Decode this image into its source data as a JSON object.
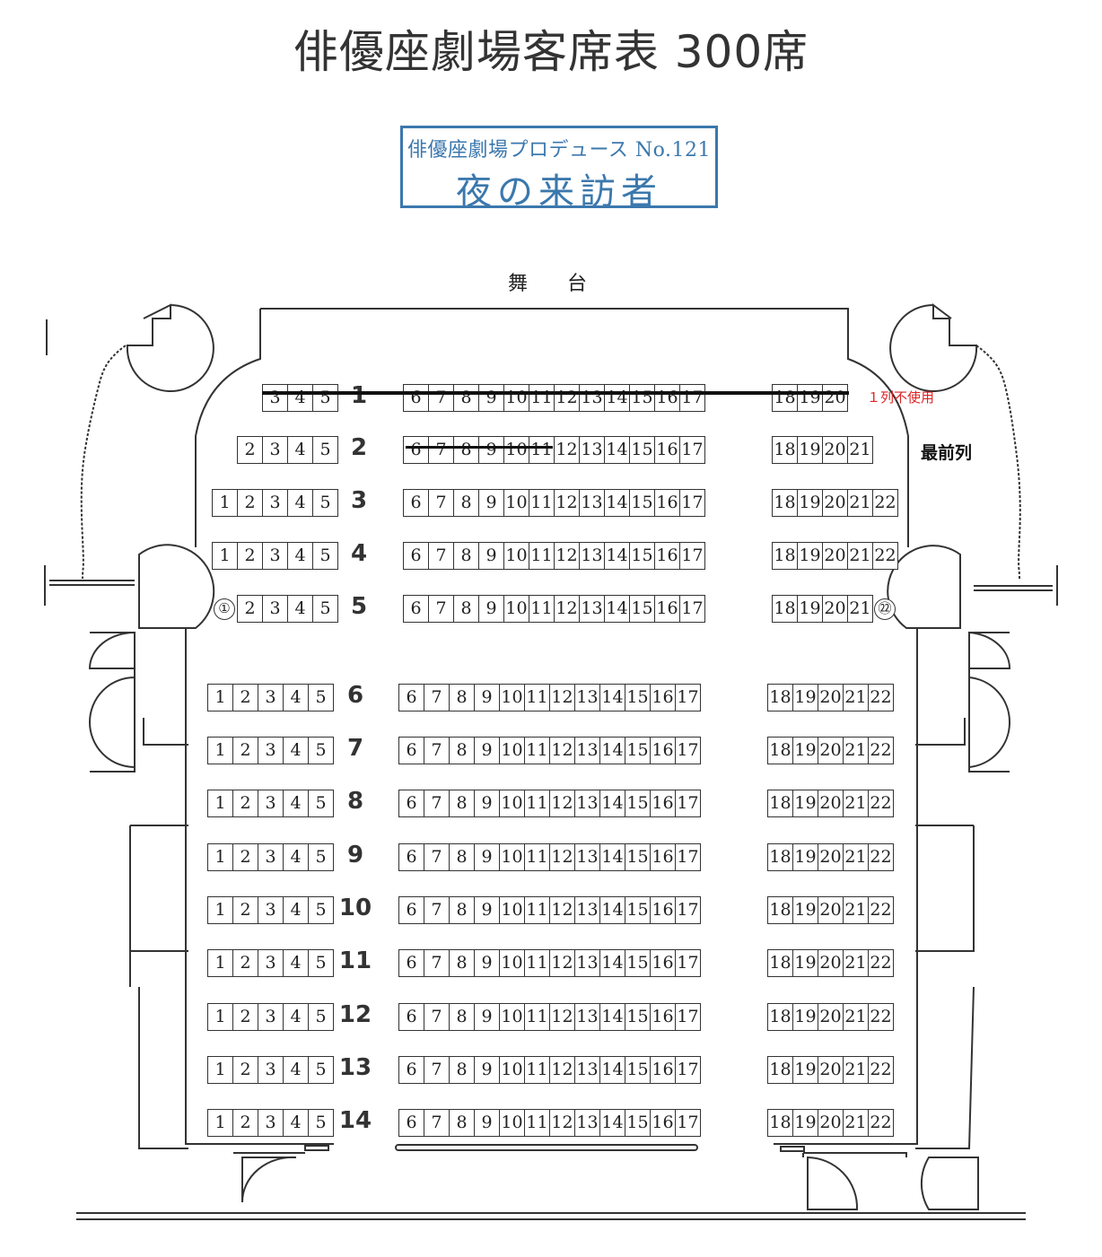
{
  "title": "俳優座劇場客席表 300席",
  "production": {
    "subtitle": "俳優座劇場プロデュース No.121",
    "name": "夜の来訪者"
  },
  "stage_label": "舞台",
  "notes": {
    "row1_unused": "１列不使用",
    "front_row": "最前列"
  },
  "rows": [
    {
      "row": "1",
      "left": [
        "3",
        "4",
        "5"
      ],
      "center": [
        "6",
        "7",
        "8",
        "9",
        "10",
        "11",
        "12",
        "13",
        "14",
        "15",
        "16",
        "17"
      ],
      "right": [
        "18",
        "19",
        "20"
      ],
      "struck": "full"
    },
    {
      "row": "2",
      "left": [
        "2",
        "3",
        "4",
        "5"
      ],
      "center": [
        "6",
        "7",
        "8",
        "9",
        "10",
        "11",
        "12",
        "13",
        "14",
        "15",
        "16",
        "17"
      ],
      "right": [
        "18",
        "19",
        "20",
        "21"
      ],
      "struck": "partial"
    },
    {
      "row": "3",
      "left": [
        "1",
        "2",
        "3",
        "4",
        "5"
      ],
      "center": [
        "6",
        "7",
        "8",
        "9",
        "10",
        "11",
        "12",
        "13",
        "14",
        "15",
        "16",
        "17"
      ],
      "right": [
        "18",
        "19",
        "20",
        "21",
        "22"
      ]
    },
    {
      "row": "4",
      "left": [
        "1",
        "2",
        "3",
        "4",
        "5"
      ],
      "center": [
        "6",
        "7",
        "8",
        "9",
        "10",
        "11",
        "12",
        "13",
        "14",
        "15",
        "16",
        "17"
      ],
      "right": [
        "18",
        "19",
        "20",
        "21",
        "22"
      ]
    },
    {
      "row": "5",
      "left": [
        "①",
        "2",
        "3",
        "4",
        "5"
      ],
      "center": [
        "6",
        "7",
        "8",
        "9",
        "10",
        "11",
        "12",
        "13",
        "14",
        "15",
        "16",
        "17"
      ],
      "right": [
        "18",
        "19",
        "20",
        "21",
        "㉒"
      ]
    },
    {
      "row": "6",
      "left": [
        "1",
        "2",
        "3",
        "4",
        "5"
      ],
      "center": [
        "6",
        "7",
        "8",
        "9",
        "10",
        "11",
        "12",
        "13",
        "14",
        "15",
        "16",
        "17"
      ],
      "right": [
        "18",
        "19",
        "20",
        "21",
        "22"
      ]
    },
    {
      "row": "7",
      "left": [
        "1",
        "2",
        "3",
        "4",
        "5"
      ],
      "center": [
        "6",
        "7",
        "8",
        "9",
        "10",
        "11",
        "12",
        "13",
        "14",
        "15",
        "16",
        "17"
      ],
      "right": [
        "18",
        "19",
        "20",
        "21",
        "22"
      ]
    },
    {
      "row": "8",
      "left": [
        "1",
        "2",
        "3",
        "4",
        "5"
      ],
      "center": [
        "6",
        "7",
        "8",
        "9",
        "10",
        "11",
        "12",
        "13",
        "14",
        "15",
        "16",
        "17"
      ],
      "right": [
        "18",
        "19",
        "20",
        "21",
        "22"
      ]
    },
    {
      "row": "9",
      "left": [
        "1",
        "2",
        "3",
        "4",
        "5"
      ],
      "center": [
        "6",
        "7",
        "8",
        "9",
        "10",
        "11",
        "12",
        "13",
        "14",
        "15",
        "16",
        "17"
      ],
      "right": [
        "18",
        "19",
        "20",
        "21",
        "22"
      ]
    },
    {
      "row": "10",
      "left": [
        "1",
        "2",
        "3",
        "4",
        "5"
      ],
      "center": [
        "6",
        "7",
        "8",
        "9",
        "10",
        "11",
        "12",
        "13",
        "14",
        "15",
        "16",
        "17"
      ],
      "right": [
        "18",
        "19",
        "20",
        "21",
        "22"
      ]
    },
    {
      "row": "11",
      "left": [
        "1",
        "2",
        "3",
        "4",
        "5"
      ],
      "center": [
        "6",
        "7",
        "8",
        "9",
        "10",
        "11",
        "12",
        "13",
        "14",
        "15",
        "16",
        "17"
      ],
      "right": [
        "18",
        "19",
        "20",
        "21",
        "22"
      ]
    },
    {
      "row": "12",
      "left": [
        "1",
        "2",
        "3",
        "4",
        "5"
      ],
      "center": [
        "6",
        "7",
        "8",
        "9",
        "10",
        "11",
        "12",
        "13",
        "14",
        "15",
        "16",
        "17"
      ],
      "right": [
        "18",
        "19",
        "20",
        "21",
        "22"
      ]
    },
    {
      "row": "13",
      "left": [
        "1",
        "2",
        "3",
        "4",
        "5"
      ],
      "center": [
        "6",
        "7",
        "8",
        "9",
        "10",
        "11",
        "12",
        "13",
        "14",
        "15",
        "16",
        "17"
      ],
      "right": [
        "18",
        "19",
        "20",
        "21",
        "22"
      ]
    },
    {
      "row": "14",
      "left": [
        "1",
        "2",
        "3",
        "4",
        "5"
      ],
      "center": [
        "6",
        "7",
        "8",
        "9",
        "10",
        "11",
        "12",
        "13",
        "14",
        "15",
        "16",
        "17"
      ],
      "right": [
        "18",
        "19",
        "20",
        "21",
        "22"
      ]
    }
  ]
}
